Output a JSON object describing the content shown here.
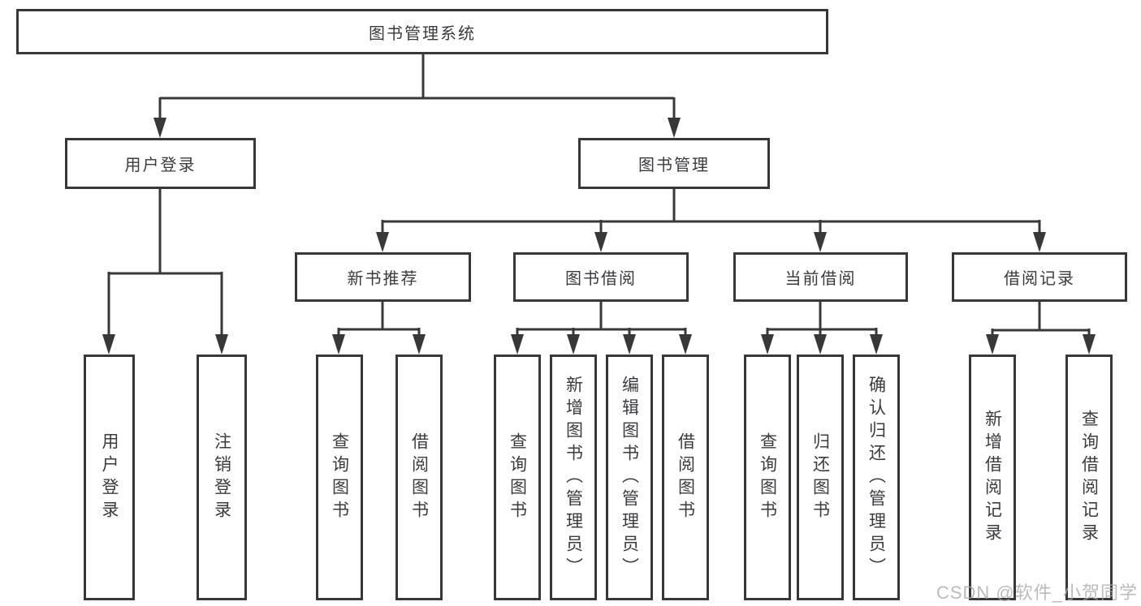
{
  "diagram_title": "图书管理系统",
  "watermark": "CSDN @软件_小贺同学",
  "colors": {
    "line": "#383838",
    "text": "#3b3b3f",
    "box_background": "#ffffff",
    "watermark": "#a8a8aa"
  },
  "tree": {
    "root": {
      "label": "图书管理系统"
    },
    "children": [
      {
        "label": "用户登录",
        "children": [
          {
            "label": "用户登录"
          },
          {
            "label": "注销登录"
          }
        ]
      },
      {
        "label": "图书管理",
        "children": [
          {
            "label": "新书推荐",
            "children": [
              {
                "label": "查询图书"
              },
              {
                "label": "借阅图书"
              }
            ]
          },
          {
            "label": "图书借阅",
            "children": [
              {
                "label": "查询图书"
              },
              {
                "label": "新增图书（管理员）"
              },
              {
                "label": "编辑图书（管理员）"
              },
              {
                "label": "借阅图书"
              }
            ]
          },
          {
            "label": "当前借阅",
            "children": [
              {
                "label": "查询图书"
              },
              {
                "label": "归还图书"
              },
              {
                "label": "确认归还（管理员）"
              }
            ]
          },
          {
            "label": "借阅记录",
            "children": [
              {
                "label": "新增借阅记录"
              },
              {
                "label": "查询借阅记录"
              }
            ]
          }
        ]
      }
    ]
  }
}
